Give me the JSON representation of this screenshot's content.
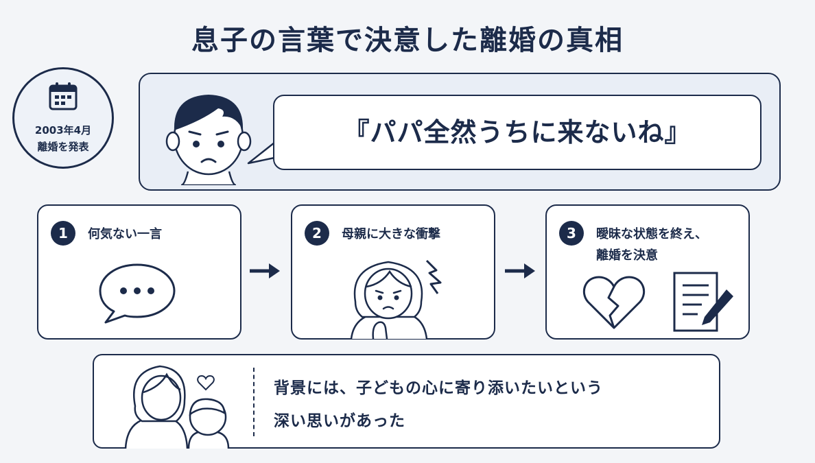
{
  "title": "息子の言葉で決意した離婚の真相",
  "date_badge": {
    "line1": "2003年4月",
    "line2": "離婚を発表"
  },
  "quote": "『パパ全然うちに来ないね』",
  "steps": [
    {
      "number": "1",
      "label": "何気ない一言",
      "label2": ""
    },
    {
      "number": "2",
      "label": "母親に大きな衝撃",
      "label2": ""
    },
    {
      "number": "3",
      "label": "曖昧な状態を終え、",
      "label2": "離婚を決意"
    }
  ],
  "background": {
    "line1": "背景には、子どもの心に寄り添いたいという",
    "line2": "深い思いがあった"
  },
  "colors": {
    "navy": "#1c2b4a",
    "panel": "#e9eef6",
    "page": "#f3f5f8"
  },
  "icons": [
    "calendar-icon",
    "boy-face-icon",
    "speech-bubble-icon",
    "worried-woman-icon",
    "shock-zigzag-icon",
    "broken-heart-icon",
    "document-pen-icon",
    "mother-child-icon",
    "heart-icon",
    "arrow-right-icon"
  ]
}
